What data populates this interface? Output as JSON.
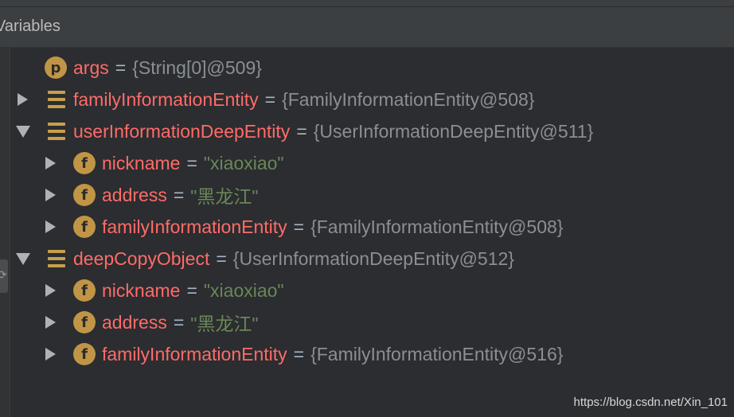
{
  "header": {
    "title": "Variables"
  },
  "gutter": {
    "tab_glyph": "⟳"
  },
  "rows": [
    {
      "name": "args",
      "value": "{String[0]@509}",
      "kind": "ref",
      "icon": "p"
    },
    {
      "name": "familyInformationEntity",
      "value": "{FamilyInformationEntity@508}",
      "kind": "ref",
      "icon": "fields"
    },
    {
      "name": "userInformationDeepEntity",
      "value": "{UserInformationDeepEntity@511}",
      "kind": "ref",
      "icon": "fields"
    },
    {
      "name": "nickname",
      "value": "\"xiaoxiao\"",
      "kind": "str",
      "icon": "f"
    },
    {
      "name": "address",
      "value": "\"黑龙江\"",
      "kind": "str",
      "icon": "f"
    },
    {
      "name": "familyInformationEntity",
      "value": "{FamilyInformationEntity@508}",
      "kind": "ref",
      "icon": "f"
    },
    {
      "name": "deepCopyObject",
      "value": "{UserInformationDeepEntity@512}",
      "kind": "ref",
      "icon": "fields"
    },
    {
      "name": "nickname",
      "value": "\"xiaoxiao\"",
      "kind": "str",
      "icon": "f"
    },
    {
      "name": "address",
      "value": "\"黑龙江\"",
      "kind": "str",
      "icon": "f"
    },
    {
      "name": "familyInformationEntity",
      "value": "{FamilyInformationEntity@516}",
      "kind": "ref",
      "icon": "f"
    }
  ],
  "equals": "=",
  "icon_letters": {
    "p": "p",
    "f": "f"
  },
  "watermark": "https://blog.csdn.net/Xin_101",
  "colors": {
    "background": "#2b2d30",
    "name": "#ff6b68",
    "string_value": "#6a8759",
    "ref_value": "#8a8f94",
    "icon": "#c09546"
  }
}
